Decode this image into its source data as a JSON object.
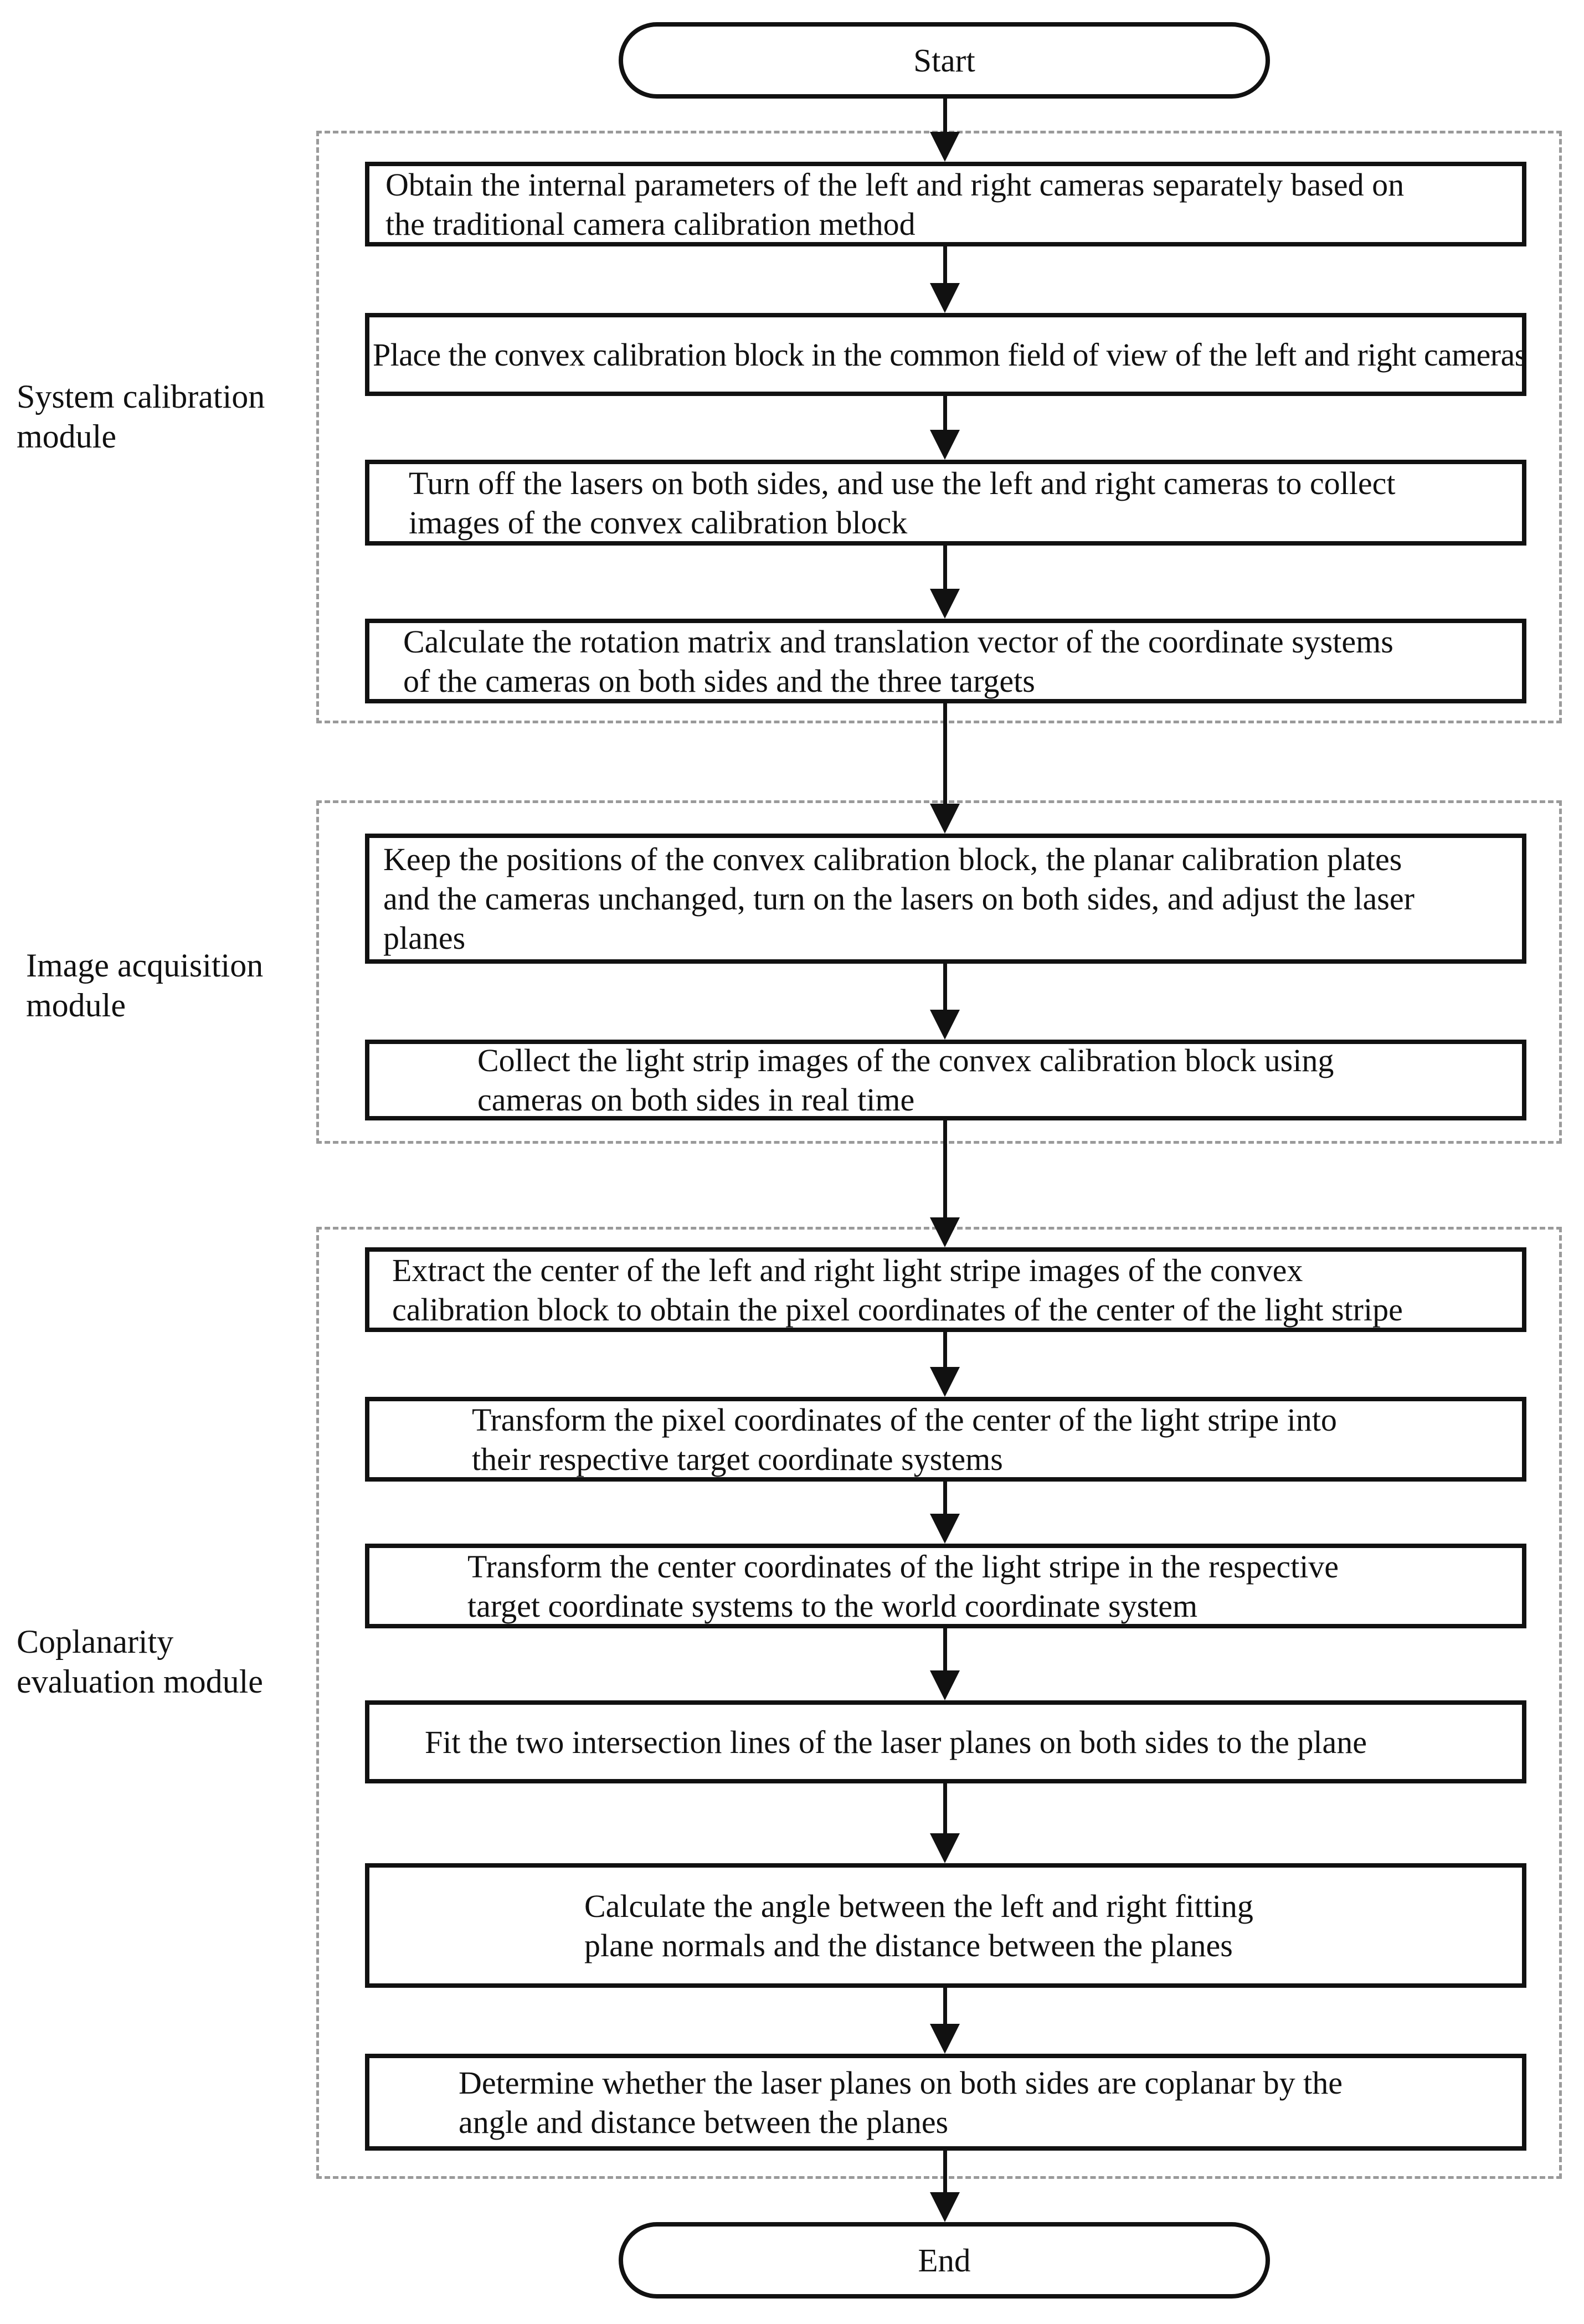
{
  "start_label": "Start",
  "end_label": "End",
  "groups": [
    {
      "label": "System calibration\nmodule"
    },
    {
      "label": "Image acquisition\nmodule"
    },
    {
      "label": "Coplanarity\nevaluation module"
    }
  ],
  "steps": [
    "Obtain the internal parameters of the left and right cameras separately based on\nthe traditional camera calibration method",
    "Place the convex calibration block in the common field of view of the left and right cameras",
    "Turn off the lasers on both sides, and use the left and right cameras to collect\nimages of the convex calibration block",
    "Calculate the rotation matrix and translation vector of the coordinate systems\nof the cameras on both sides and the three targets",
    "Keep the positions of the convex calibration block, the planar calibration plates\nand the cameras unchanged, turn on the lasers on both sides, and adjust the laser\nplanes",
    "Collect the light strip images of the convex calibration block using\ncameras on both sides in real time",
    "Extract the center of the left and right light stripe images of the convex\ncalibration block to obtain the pixel coordinates of the center of the light stripe",
    "Transform the pixel coordinates of the center of the light stripe into\ntheir respective target coordinate systems",
    "Transform the center coordinates of the light stripe in the respective\ntarget coordinate systems to the world coordinate system",
    "Fit the two intersection lines of the laser planes on both sides to the plane",
    "Calculate the angle between the left and right fitting\nplane normals and the distance between the planes",
    "Determine whether the laser planes on both sides are coplanar by the\nangle and distance between the planes"
  ]
}
